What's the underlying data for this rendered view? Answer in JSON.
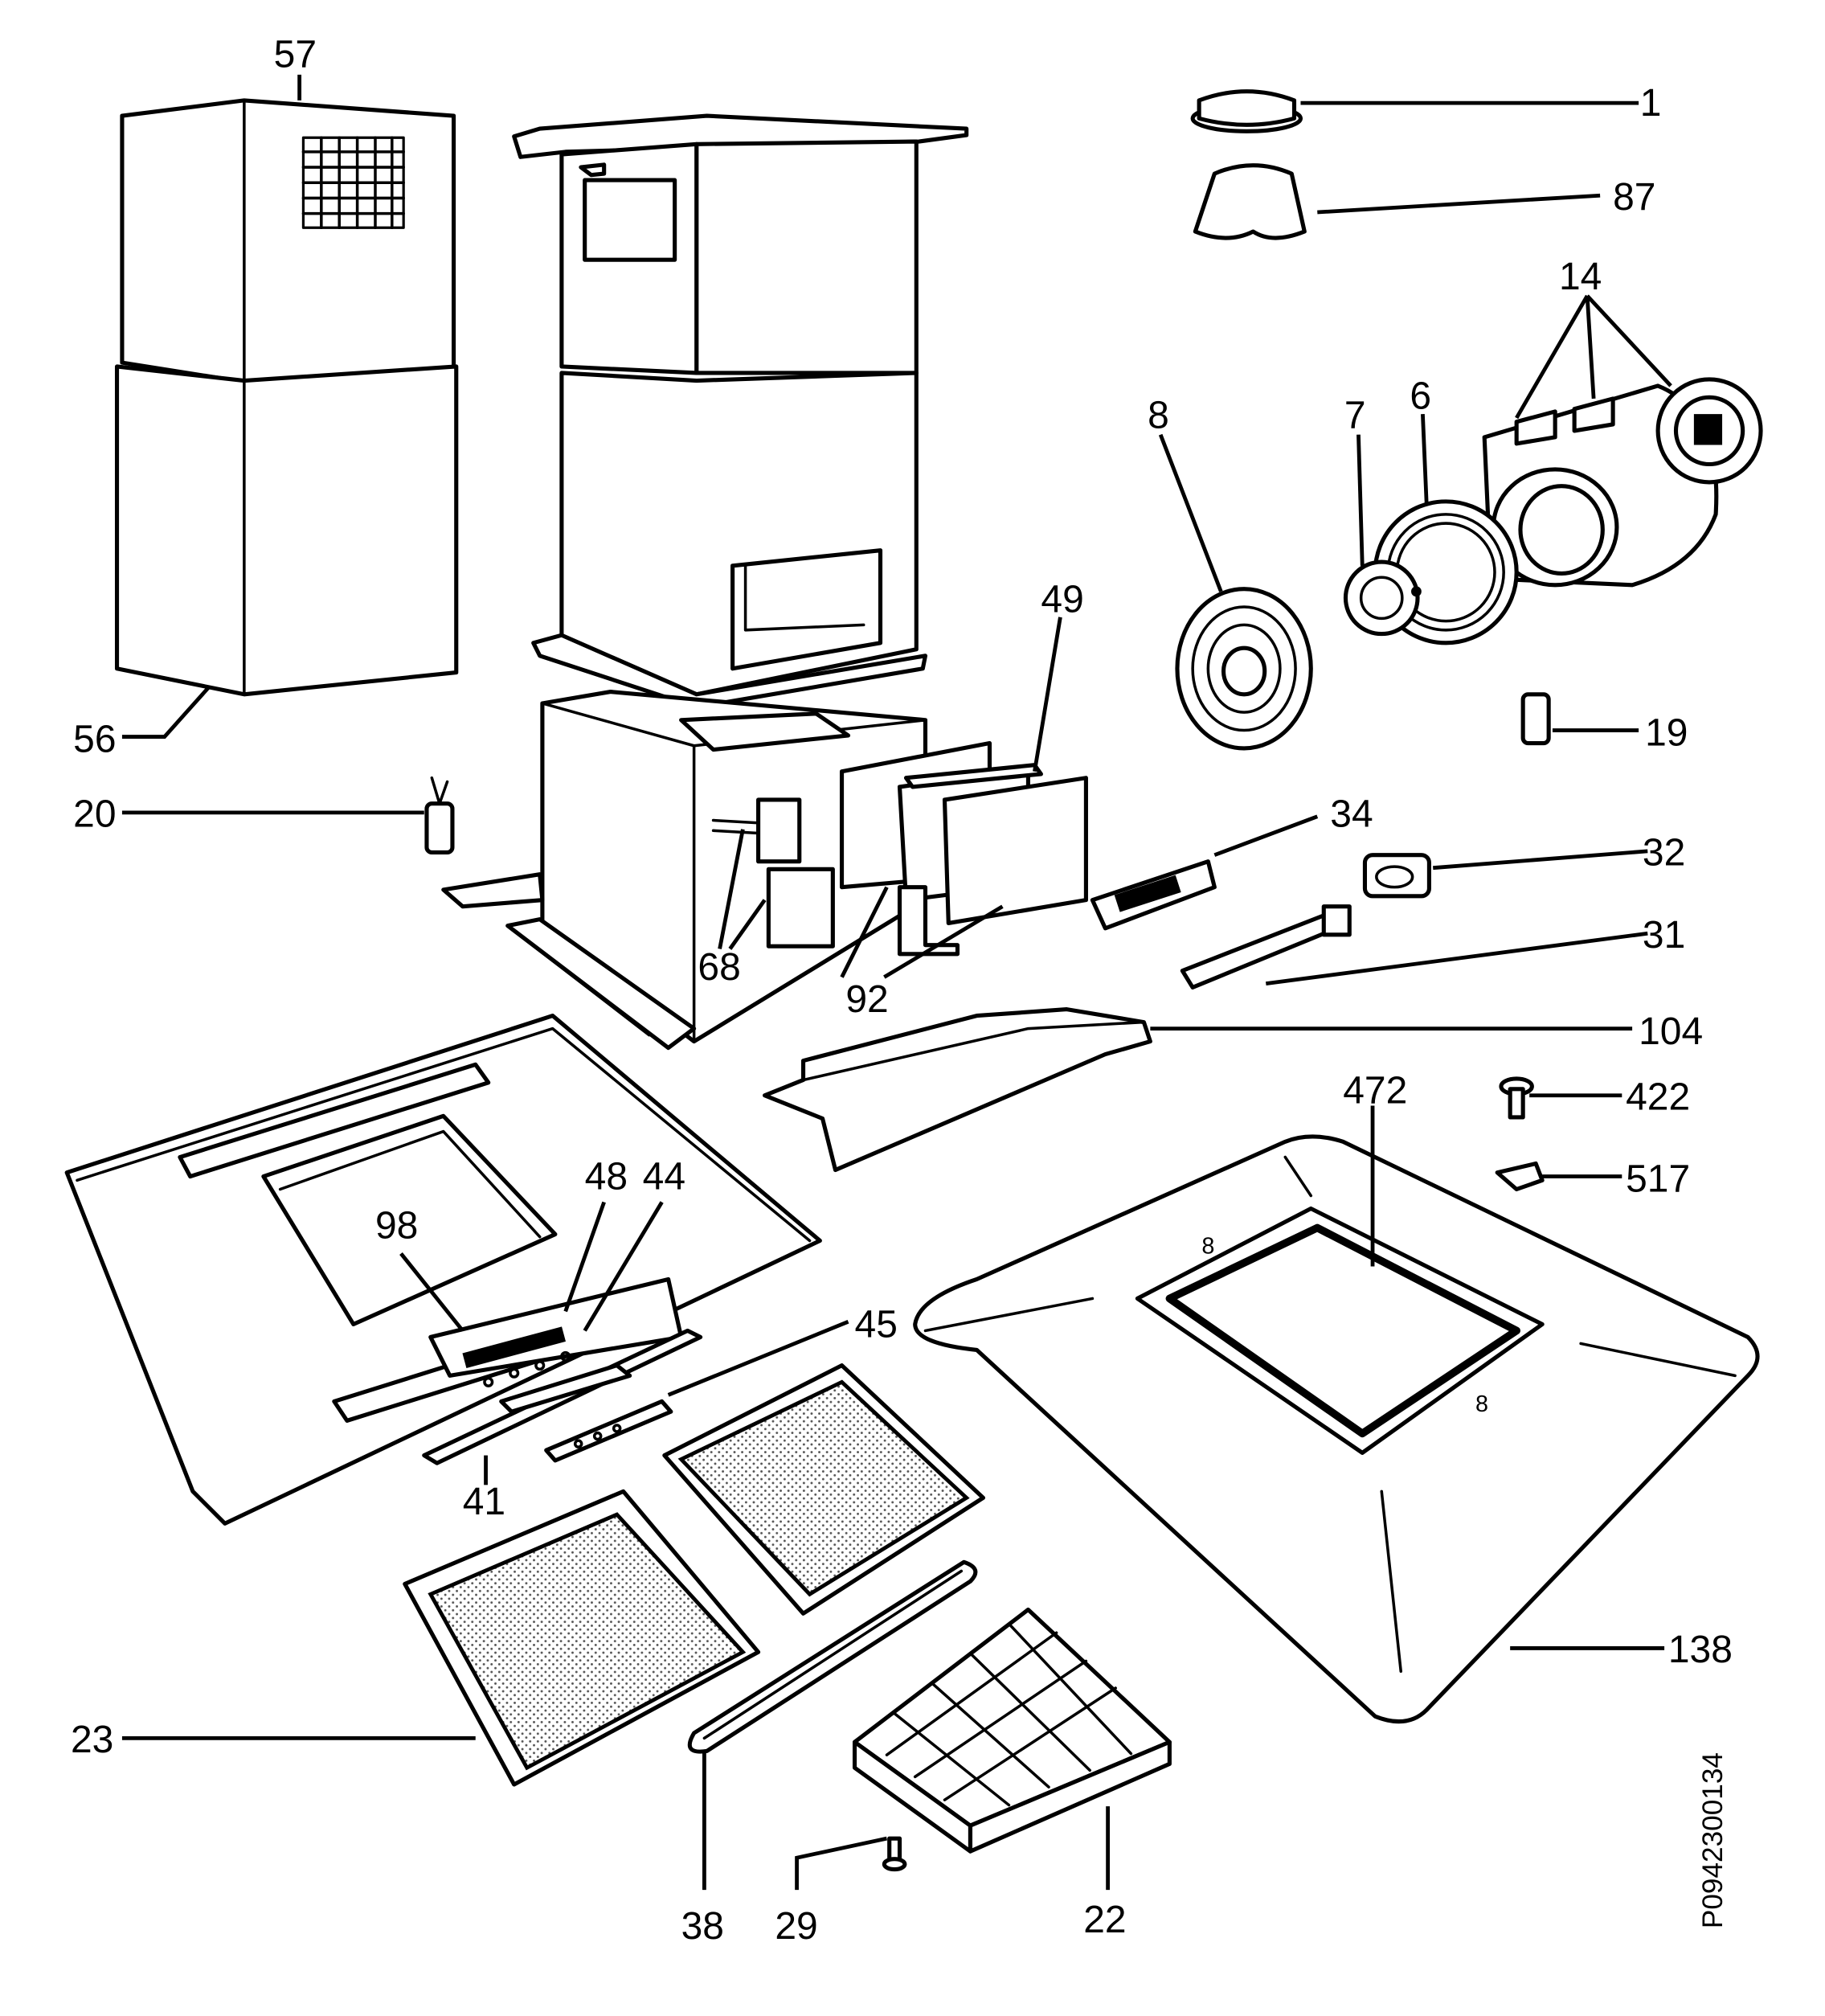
{
  "diagram": {
    "type": "exploded parts drawing",
    "drawing_number": "P0942300134",
    "labels": [
      {
        "key": "l57",
        "text": "57"
      },
      {
        "key": "l1",
        "text": "1"
      },
      {
        "key": "l87",
        "text": "87"
      },
      {
        "key": "l14",
        "text": "14"
      },
      {
        "key": "l8",
        "text": "8"
      },
      {
        "key": "l7",
        "text": "7"
      },
      {
        "key": "l6",
        "text": "6"
      },
      {
        "key": "l49",
        "text": "49"
      },
      {
        "key": "l56",
        "text": "56"
      },
      {
        "key": "l20",
        "text": "20"
      },
      {
        "key": "l19",
        "text": "19"
      },
      {
        "key": "l34",
        "text": "34"
      },
      {
        "key": "l32",
        "text": "32"
      },
      {
        "key": "l31",
        "text": "31"
      },
      {
        "key": "l68",
        "text": "68"
      },
      {
        "key": "l92",
        "text": "92"
      },
      {
        "key": "l104",
        "text": "104"
      },
      {
        "key": "l472",
        "text": "472"
      },
      {
        "key": "l422",
        "text": "422"
      },
      {
        "key": "l517",
        "text": "517"
      },
      {
        "key": "l48",
        "text": "48"
      },
      {
        "key": "l44",
        "text": "44"
      },
      {
        "key": "l98",
        "text": "98"
      },
      {
        "key": "l45",
        "text": "45"
      },
      {
        "key": "l41",
        "text": "41"
      },
      {
        "key": "l138",
        "text": "138"
      },
      {
        "key": "l23",
        "text": "23"
      },
      {
        "key": "l38",
        "text": "38"
      },
      {
        "key": "l29",
        "text": "29"
      },
      {
        "key": "l22",
        "text": "22"
      }
    ]
  }
}
